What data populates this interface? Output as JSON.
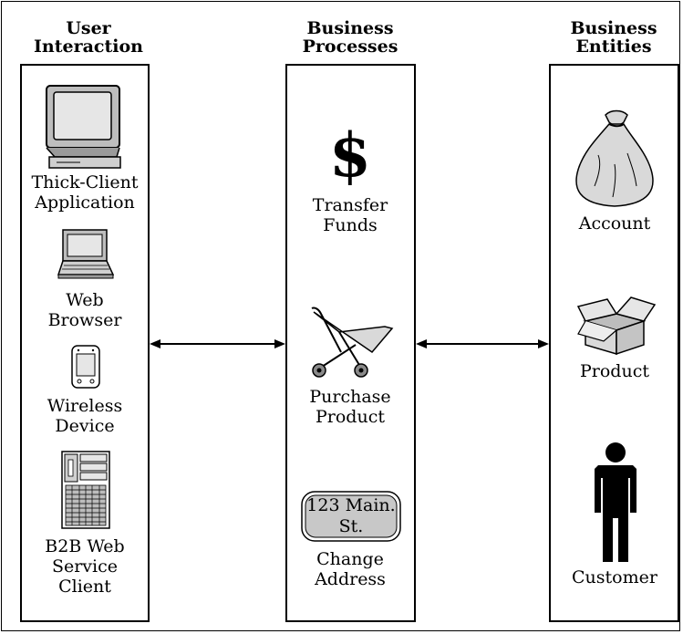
{
  "headers": {
    "user_interaction": [
      "User",
      "Interaction"
    ],
    "business_processes": [
      "Business",
      "Processes"
    ],
    "business_entities": [
      "Business",
      "Entities"
    ]
  },
  "user_interaction": {
    "items": [
      {
        "icon": "monitor-icon",
        "label": [
          "Thick-Client",
          "Application"
        ]
      },
      {
        "icon": "laptop-icon",
        "label": [
          "Web",
          "Browser"
        ]
      },
      {
        "icon": "pda-icon",
        "label": [
          "Wireless",
          "Device"
        ]
      },
      {
        "icon": "server-icon",
        "label": [
          "B2B Web",
          "Service",
          "Client"
        ]
      }
    ]
  },
  "business_processes": {
    "items": [
      {
        "icon": "dollar-icon",
        "symbol": "$",
        "label": [
          "Transfer",
          "Funds"
        ]
      },
      {
        "icon": "shopping-cart-icon",
        "label": [
          "Purchase",
          "Product"
        ]
      },
      {
        "icon": "address-card-icon",
        "address": [
          "123 Main.",
          "St."
        ],
        "label": [
          "Change",
          "Address"
        ]
      }
    ]
  },
  "business_entities": {
    "items": [
      {
        "icon": "money-bag-icon",
        "label": [
          "Account"
        ]
      },
      {
        "icon": "box-icon",
        "label": [
          "Product"
        ]
      },
      {
        "icon": "person-icon",
        "label": [
          "Customer"
        ]
      }
    ]
  },
  "colors": {
    "line": "#000000",
    "icon_fill": "#d9d9d9",
    "background": "#ffffff"
  }
}
